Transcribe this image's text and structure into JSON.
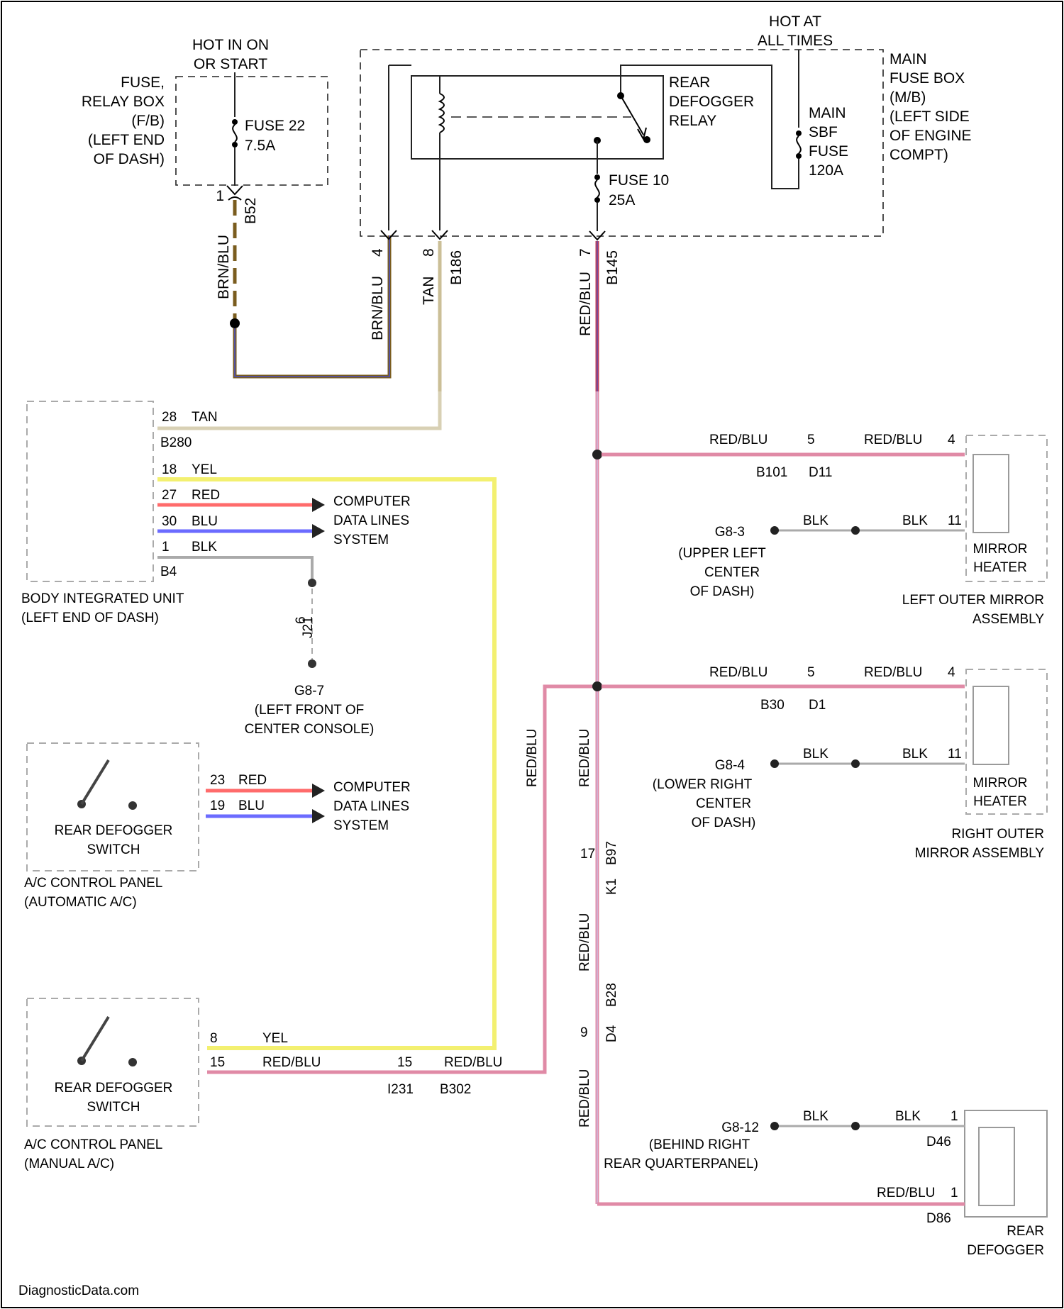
{
  "colors": {
    "brn_blu": "#7a5c1e",
    "blu_stripe": "#4a4fc0",
    "tan": "#cbbf97",
    "red_blu": "#c0405a",
    "red_blu_light": "#e08aa6",
    "yel": "#f3f070",
    "red": "#ff6b6b",
    "blu": "#6b6bff",
    "blk": "#aaaaaa"
  },
  "top": {
    "hot_on_start": [
      "HOT IN ON",
      "OR START"
    ],
    "fuse_relay_box": [
      "FUSE,",
      "RELAY BOX",
      "(F/B)",
      "(LEFT END",
      "OF DASH)"
    ],
    "fuse22": [
      "FUSE 22",
      "7.5A"
    ],
    "b52": {
      "pin": "1",
      "conn": "B52"
    },
    "hot_all_times": [
      "HOT AT",
      "ALL TIMES"
    ],
    "main_fuse_box": [
      "MAIN",
      "FUSE BOX",
      "(M/B)",
      "(LEFT SIDE",
      "OF ENGINE",
      "COMPT)"
    ],
    "relay": [
      "REAR",
      "DEFOGGER",
      "RELAY"
    ],
    "sbf": [
      "MAIN",
      "SBF",
      "FUSE",
      "120A"
    ],
    "fuse10": [
      "FUSE 10",
      "25A"
    ],
    "pin4": "4",
    "pin8": "8",
    "b186": "B186",
    "pin7": "7",
    "b145": "B145",
    "wire_brn_blu": "BRN/BLU",
    "wire_tan": "TAN",
    "wire_red_blu": "RED/BLU"
  },
  "blurred": {
    "biu_pins": [
      {
        "pin": "28",
        "color": "TAN"
      },
      {
        "pin": "18",
        "color": "YEL"
      },
      {
        "pin": "27",
        "color": "RED"
      },
      {
        "pin": "30",
        "color": "BLU"
      },
      {
        "pin": "1",
        "color": "BLK"
      }
    ],
    "b280": "B280",
    "b4": "B4",
    "computer_lines": [
      "COMPUTER",
      "DATA LINES",
      "SYSTEM"
    ],
    "biu": [
      "BODY INTEGRATED UNIT",
      "(LEFT END OF DASH)"
    ],
    "g_small": [
      "6",
      "J21"
    ],
    "g87": [
      "G8-7",
      "(LEFT FRONT OF",
      "CENTER CONSOLE)"
    ],
    "switch_label": [
      "REAR DEFOGGER",
      "SWITCH"
    ],
    "ac_pins": [
      {
        "pin": "23",
        "color": "RED"
      },
      {
        "pin": "19",
        "color": "BLU"
      }
    ],
    "ac_auto": [
      "A/C CONTROL PANEL",
      "(AUTOMATIC A/C)"
    ],
    "manual_pins": [
      {
        "pin": "8",
        "color": "YEL"
      },
      {
        "pin": "15",
        "color": "RED/BLU"
      }
    ],
    "manual_inline": {
      "pin": "15",
      "color": "RED/BLU",
      "c1": "I231",
      "c2": "B302"
    },
    "ac_manual": [
      "A/C CONTROL PANEL",
      "(MANUAL A/C)"
    ],
    "wire_rb": "RED/BLU",
    "wire_blk": "BLK",
    "lm_inline": {
      "pin": "5",
      "pin2": "4",
      "c1": "B101",
      "c2": "D11"
    },
    "lm_ground": {
      "id": "G8-3",
      "pin": "11",
      "loc": [
        "(UPPER LEFT",
        "CENTER",
        "OF DASH)"
      ]
    },
    "heater": [
      "MIRROR",
      "HEATER"
    ],
    "left_mirror": [
      "LEFT OUTER MIRROR",
      "ASSEMBLY"
    ],
    "rm_inline": {
      "pin": "5",
      "pin2": "4",
      "c1": "B30",
      "c2": "D1"
    },
    "rm_ground": {
      "id": "G8-4",
      "pin": "11",
      "loc": [
        "(LOWER RIGHT",
        "CENTER",
        "OF DASH)"
      ]
    },
    "right_mirror": [
      "RIGHT OUTER",
      "MIRROR ASSEMBLY"
    ],
    "vconn1": [
      "17",
      "B97",
      "K1"
    ],
    "vconn2": [
      "9",
      "B28",
      "D4"
    ],
    "rd_ground": {
      "id": "G8-12",
      "pin": "1",
      "conn": "D46",
      "loc": [
        "(BEHIND RIGHT",
        "REAR QUARTERPANEL)"
      ]
    },
    "rd_feed": {
      "pin": "1",
      "conn": "D86"
    },
    "rear_defogger": [
      "REAR",
      "DEFOGGER"
    ],
    "watermark": "DiagnosticData.com"
  }
}
